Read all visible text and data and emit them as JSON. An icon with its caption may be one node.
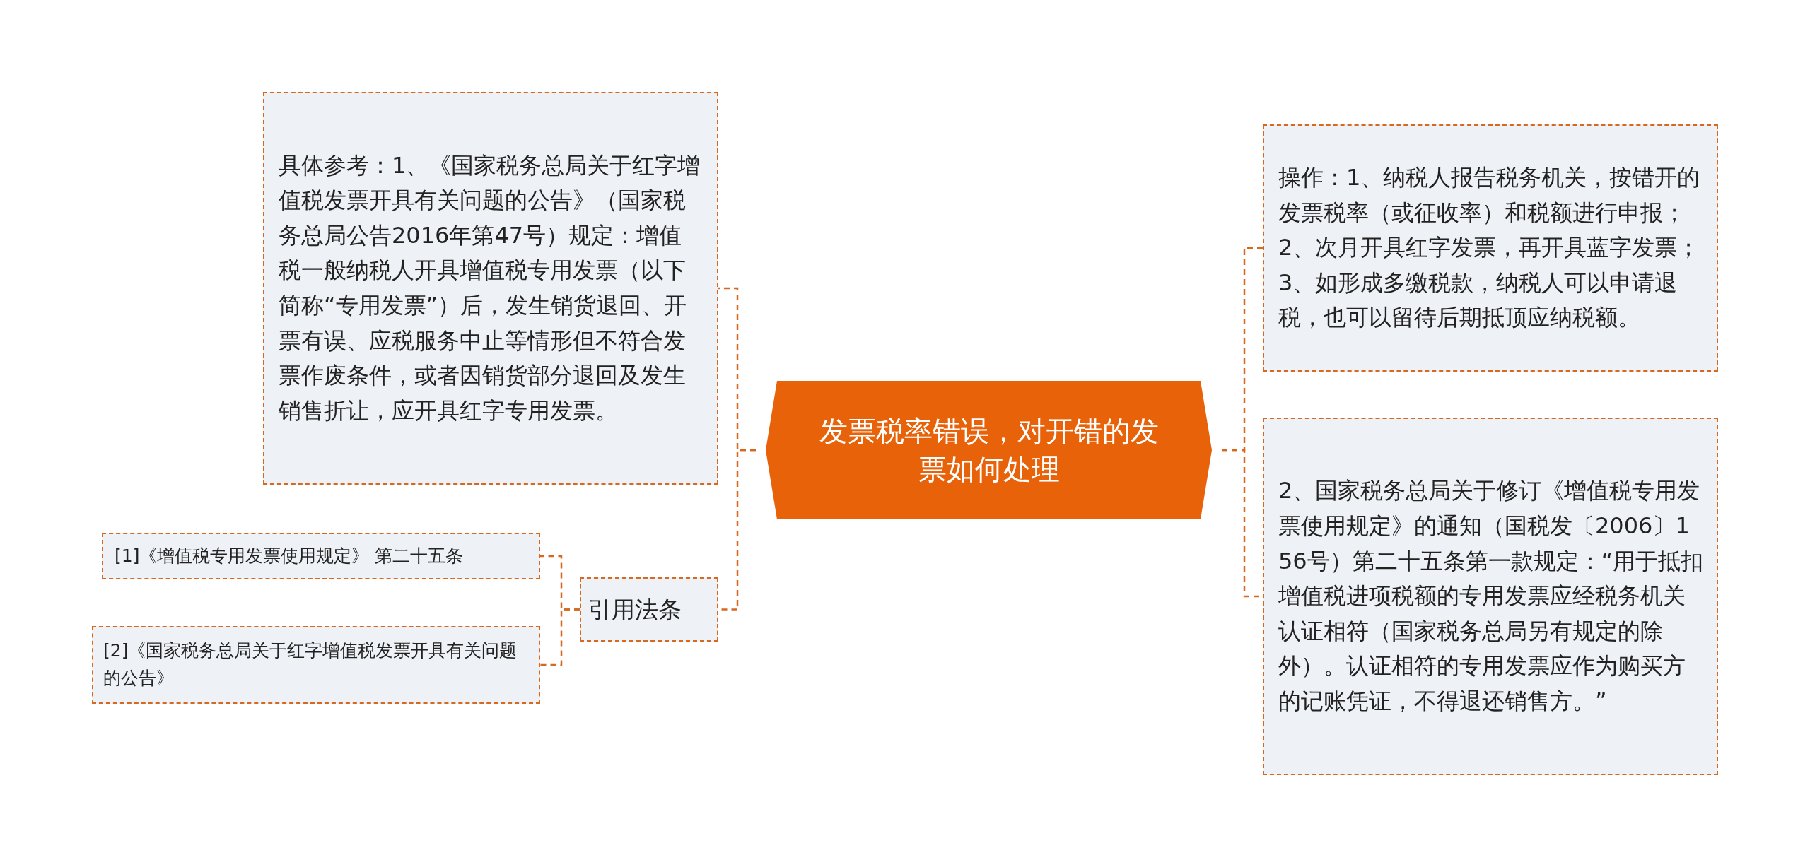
{
  "diagram": {
    "nodes": [
      {
        "text": [
          "发票税率错误，对开错的发票如何处理"
        ]
      },
      {
        "text": [
          "具体参考：1、《国家税务总局关于红字增值税发票开具有关问题的公告》（国家税务总局公告2016年第47号）规定：增值税一般纳税人开具增值税专用发票（以下简称“专用发票”）后，发生销货退回、开票有误、应税服务中止等情形但不符合发票作废条件，或者因销货部分退回及发生销售折让，应开具红字专用发票。"
        ]
      },
      {
        "text": [
          "引用法条"
        ]
      },
      {
        "text": [
          "[1]《增值税专用发票使用规定》 第二十五条"
        ]
      },
      {
        "text": [
          "[2]《国家税务总局关于红字增值税发票开具有关问题的公告》"
        ]
      },
      {
        "text": [
          "操作：1、纳税人报告税务机关，按错开的发票税率（或征收率）和税额进行申报；2、次月开具红字发票，再开具蓝字发票；3、如形成多缴税款，纳税人可以申请退税，也可以留待后期抵顶应纳税额。"
        ]
      },
      {
        "text": [
          "2、国家税务总局关于修订《增值税专用发票使用规定》的通知（国税发〔2006〕156号）第二十五条第一款规定：“用于抵扣增值税进项税额的专用发票应经税务机关认证相符（国家税务总局另有规定的除外）。认证相符的专用发票应作为购买方的记账凭证，不得退还销售方。”"
        ]
      }
    ],
    "edges": [
      {
        "from": 0,
        "to": 1,
        "arrow": "none",
        "style": "dashed"
      },
      {
        "from": 0,
        "to": 2,
        "arrow": "none",
        "style": "dashed"
      },
      {
        "from": 2,
        "to": 3,
        "arrow": "none",
        "style": "dashed"
      },
      {
        "from": 2,
        "to": 4,
        "arrow": "none",
        "style": "dashed"
      },
      {
        "from": 0,
        "to": 5,
        "arrow": "none",
        "style": "dashed"
      },
      {
        "from": 0,
        "to": 6,
        "arrow": "none",
        "style": "dashed"
      }
    ]
  }
}
